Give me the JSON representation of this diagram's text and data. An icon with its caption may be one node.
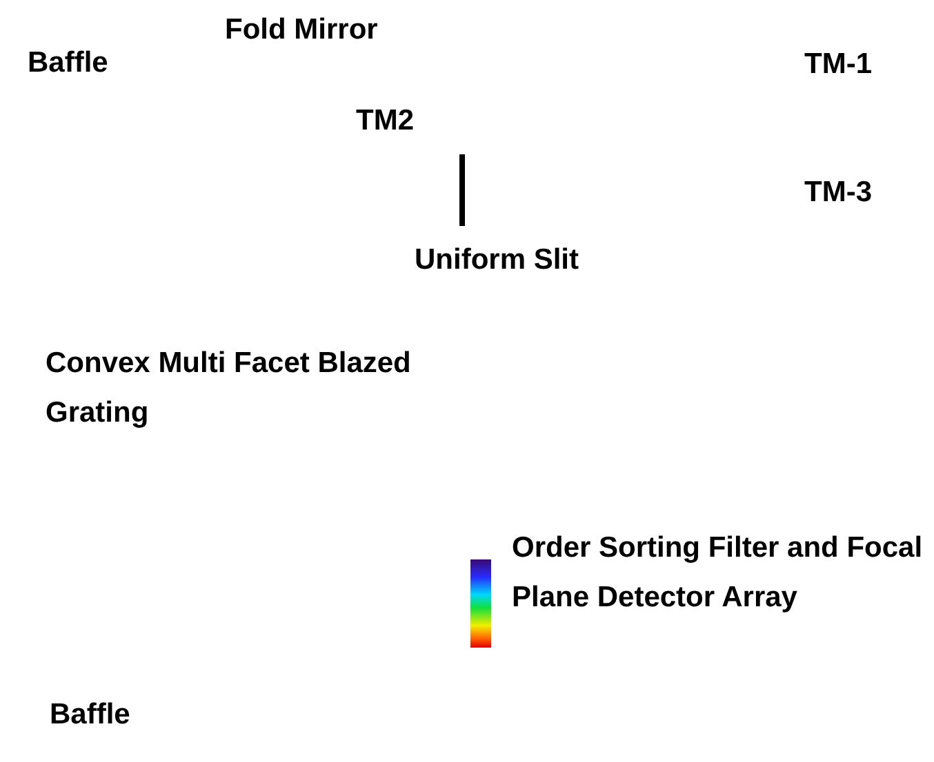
{
  "diagram": {
    "labels": [
      "Baffle",
      "Fold Mirror",
      "TM-1",
      "TM2",
      "TM-3",
      "Uniform Slit",
      "Convex Multi Facet Blazed Grating",
      "Order Sorting Filter and Focal Plane Detector Array",
      "Baffle"
    ]
  }
}
